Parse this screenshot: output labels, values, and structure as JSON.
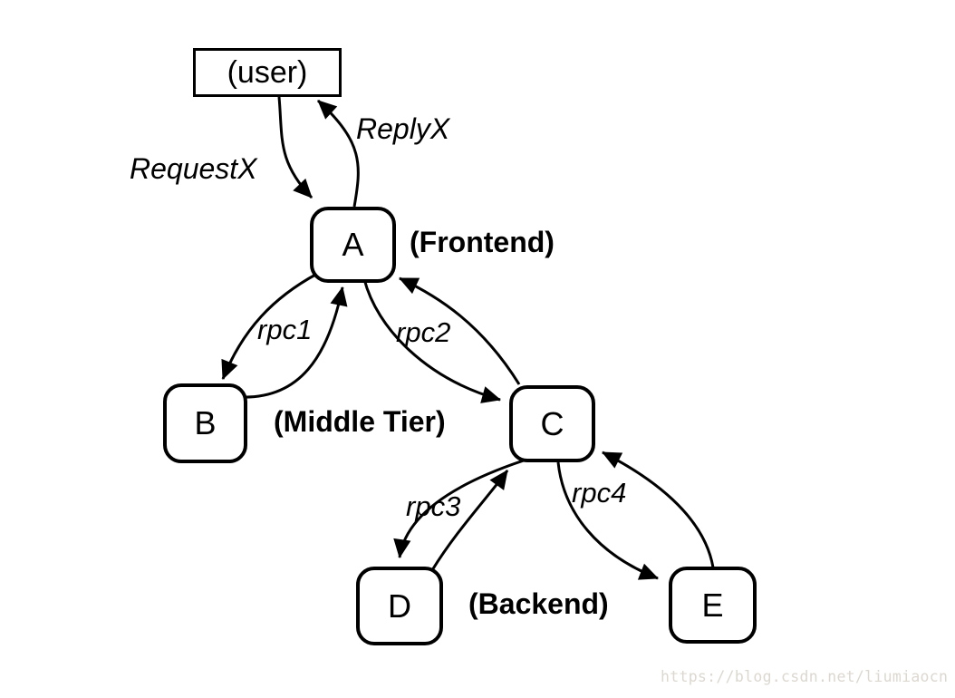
{
  "nodes": {
    "user": {
      "label": "(user)",
      "shape": "rectangle"
    },
    "a": {
      "label": "A",
      "shape": "rounded",
      "tier": "Frontend"
    },
    "b": {
      "label": "B",
      "shape": "rounded",
      "tier": "Middle Tier"
    },
    "c": {
      "label": "C",
      "shape": "rounded",
      "tier": "Middle Tier"
    },
    "d": {
      "label": "D",
      "shape": "rounded",
      "tier": "Backend"
    },
    "e": {
      "label": "E",
      "shape": "rounded",
      "tier": "Backend"
    }
  },
  "tiers": {
    "frontend": "(Frontend)",
    "middle": "(Middle Tier)",
    "backend": "(Backend)"
  },
  "calls": [
    {
      "from": "user",
      "to": "A",
      "request_label": "RequestX",
      "reply_label": "ReplyX"
    },
    {
      "from": "A",
      "to": "B",
      "label": "rpc1"
    },
    {
      "from": "A",
      "to": "C",
      "label": "rpc2"
    },
    {
      "from": "C",
      "to": "D",
      "label": "rpc3"
    },
    {
      "from": "C",
      "to": "E",
      "label": "rpc4"
    }
  ],
  "colors": {
    "background": "#ffffff",
    "stroke": "#000000",
    "watermark_text": "#dcd8d0"
  },
  "watermark": {
    "text": "https://blog.csdn.net/liumiaocn"
  }
}
